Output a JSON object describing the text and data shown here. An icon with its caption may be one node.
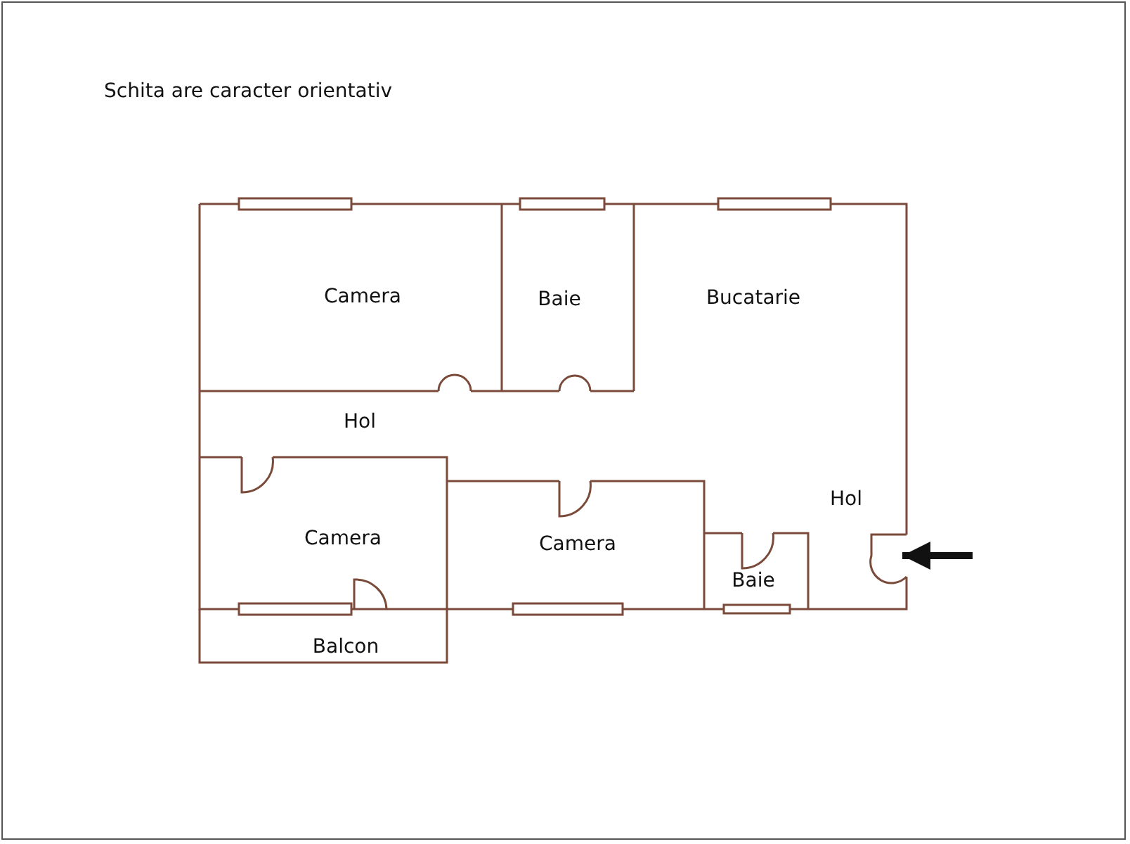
{
  "diagram": {
    "nodes": [
      {
        "text": [
          "Camera"
        ]
      },
      {
        "text": [
          "Baie"
        ]
      },
      {
        "text": [
          "Bucatarie"
        ]
      },
      {
        "text": [
          "Hol"
        ]
      },
      {
        "text": [
          "Hol"
        ]
      },
      {
        "text": [
          "Camera"
        ]
      },
      {
        "text": [
          "Camera"
        ]
      },
      {
        "text": [
          "Baie"
        ]
      },
      {
        "text": [
          "Balcon"
        ]
      }
    ],
    "edges": [
      {
        "from": null,
        "to": 4,
        "arrow": "to"
      }
    ],
    "labels": [
      "Schita are caracter orientativ"
    ]
  }
}
